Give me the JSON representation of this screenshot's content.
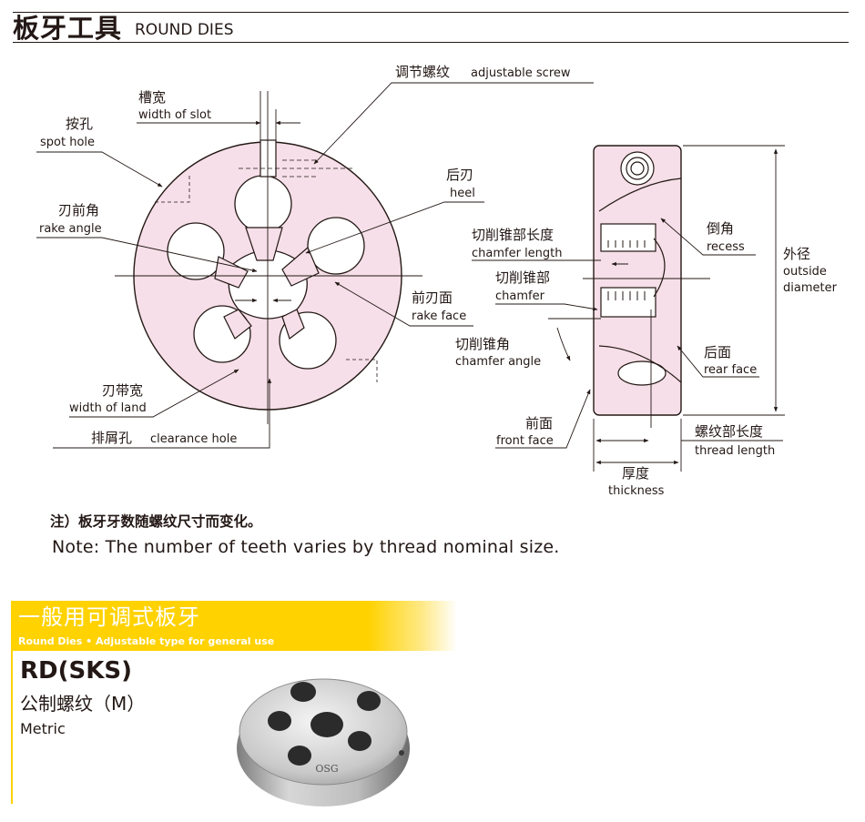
{
  "header": {
    "title_cn": "板牙工具",
    "title_en": "ROUND DIES"
  },
  "diagram": {
    "labels": {
      "slot_width_cn": "槽宽",
      "slot_width_en": "width of slot",
      "spot_hole_cn": "按孔",
      "spot_hole_en": "spot hole",
      "rake_angle_cn": "刃前角",
      "rake_angle_en": "rake angle",
      "adjustable_screw_cn": "调节螺纹",
      "adjustable_screw_en": "adjustable screw",
      "heel_cn": "后刃",
      "heel_en": "heel",
      "rake_face_cn": "前刃面",
      "rake_face_en": "rake face",
      "land_width_cn": "刃带宽",
      "land_width_en": "width of land",
      "clearance_hole_cn": "排屑孔",
      "clearance_hole_en": "clearance hole",
      "chamfer_length_cn": "切削锥部长度",
      "chamfer_length_en": "chamfer length",
      "chamfer_cn": "切削锥部",
      "chamfer_en": "chamfer",
      "chamfer_angle_cn": "切削锥角",
      "chamfer_angle_en": "chamfer angle",
      "front_face_cn": "前面",
      "front_face_en": "front face",
      "recess_cn": "倒角",
      "recess_en": "recess",
      "outside_diameter_cn": "外径",
      "outside_diameter_en1": "outside",
      "outside_diameter_en2": "diameter",
      "rear_face_cn": "后面",
      "rear_face_en": "rear face",
      "thread_length_cn": "螺纹部长度",
      "thread_length_en": "thread length",
      "thickness_cn": "厚度",
      "thickness_en": "thickness"
    },
    "colors": {
      "die_fill": "#f6dfe8",
      "line": "#231815"
    }
  },
  "note": {
    "cn": "注）板牙牙数随螺纹尺寸而变化。",
    "en": "Note: The number of teeth varies by thread nominal size."
  },
  "product": {
    "banner_title": "一般用可调式板牙",
    "banner_subtitle": "Round Dies • Adjustable type for general use",
    "code": "RD(SKS)",
    "type_cn": "公制螺纹（M）",
    "type_en": "Metric",
    "logo_text": "OSG",
    "banner_color": "#ffd200"
  }
}
